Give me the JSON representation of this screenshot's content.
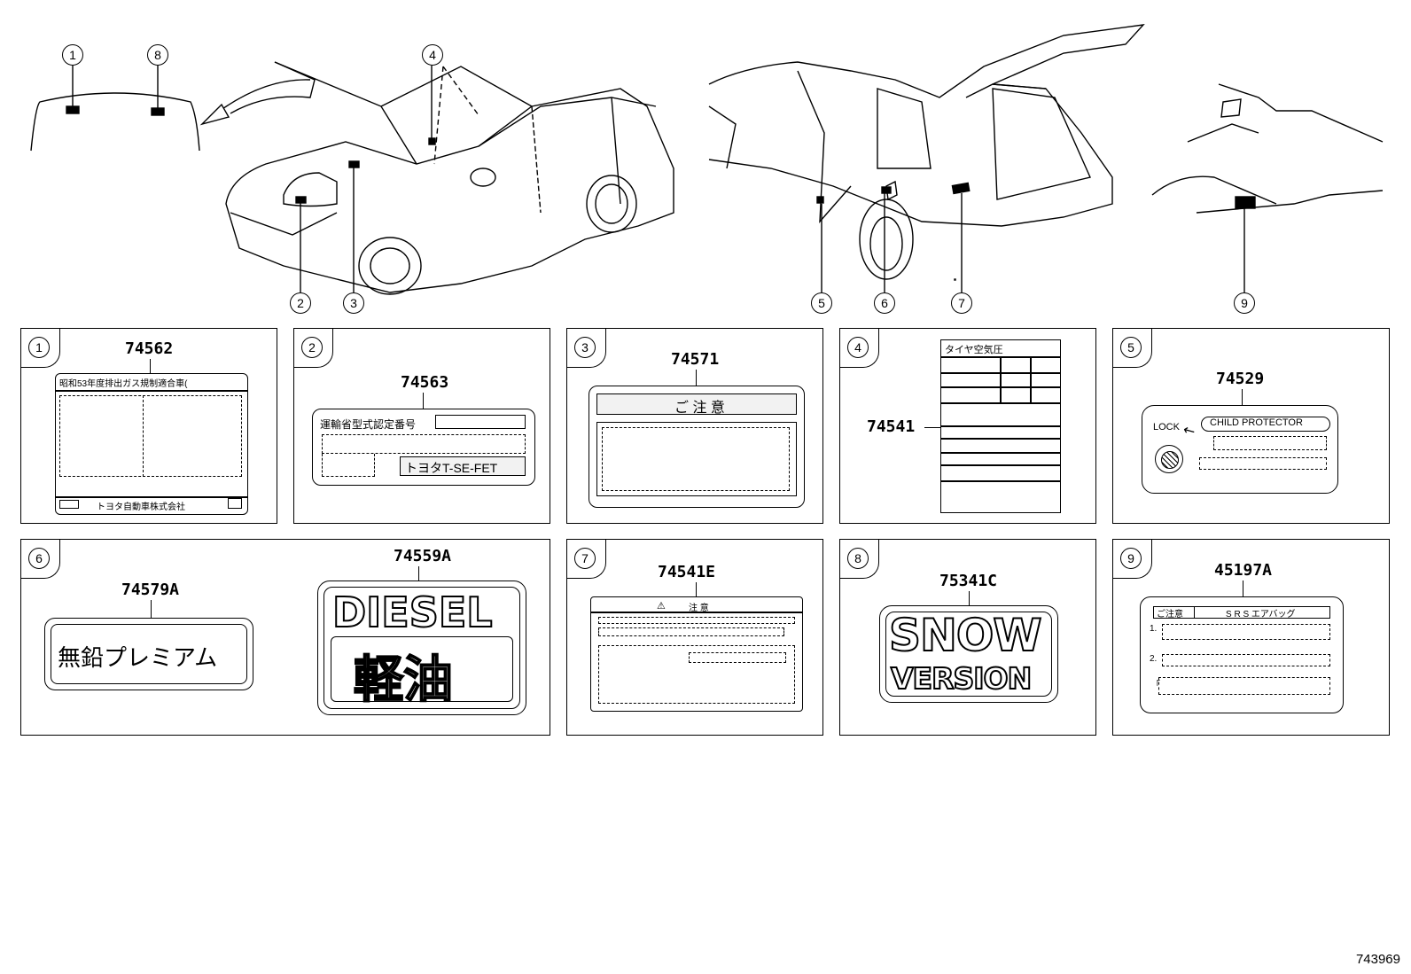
{
  "callouts": [
    "1",
    "2",
    "3",
    "4",
    "5",
    "6",
    "7",
    "8",
    "9"
  ],
  "panels": {
    "p1": {
      "num": "1",
      "part": "74562",
      "header": "昭和53年度排出ガス規制適合車(",
      "footer": "トヨタ自動車株式会社"
    },
    "p2": {
      "num": "2",
      "part": "74563",
      "title": "運輸省型式認定番号",
      "engine": "トヨタT-SE-FET"
    },
    "p3": {
      "num": "3",
      "part": "74571",
      "title": "ご 注 意"
    },
    "p4": {
      "num": "4",
      "part": "74541",
      "header": "タイヤ空気圧"
    },
    "p5": {
      "num": "5",
      "part": "74529",
      "lock": "LOCK",
      "child": "CHILD PROTECTOR"
    },
    "p6": {
      "num": "6",
      "part_a": "74579A",
      "text_a": "無鉛プレミアム",
      "part_b": "74559A",
      "text_b1": "DIESEL",
      "text_b2": "軽油"
    },
    "p7": {
      "num": "7",
      "part": "74541E",
      "title": "注 意"
    },
    "p8": {
      "num": "8",
      "part": "75341C",
      "line1": "SNOW",
      "line2": "VERSION"
    },
    "p9": {
      "num": "9",
      "part": "45197A",
      "head1": "ご注意",
      "head2": "S R S エアバッグ",
      "item1": "1.",
      "item2": "2.",
      "item3": "「"
    }
  },
  "doc_id": "743969"
}
